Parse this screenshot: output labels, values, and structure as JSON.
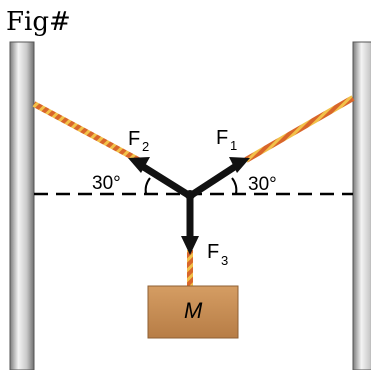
{
  "figure": {
    "label": "Fig#"
  },
  "forces": [
    {
      "symbol": "F",
      "subscript": "1"
    },
    {
      "symbol": "F",
      "subscript": "2"
    },
    {
      "symbol": "F",
      "subscript": "3"
    }
  ],
  "angles": {
    "left": "30°",
    "right": "30°"
  },
  "mass": {
    "label": "M"
  },
  "colors": {
    "rope": "#d9662a",
    "rope_stripe": "#f2c14a",
    "arrow": "#111111",
    "box": "#c8915a",
    "box_dark": "#a8713f",
    "pole_light": "#f2f2f2",
    "pole_dark": "#8a8a8a"
  }
}
